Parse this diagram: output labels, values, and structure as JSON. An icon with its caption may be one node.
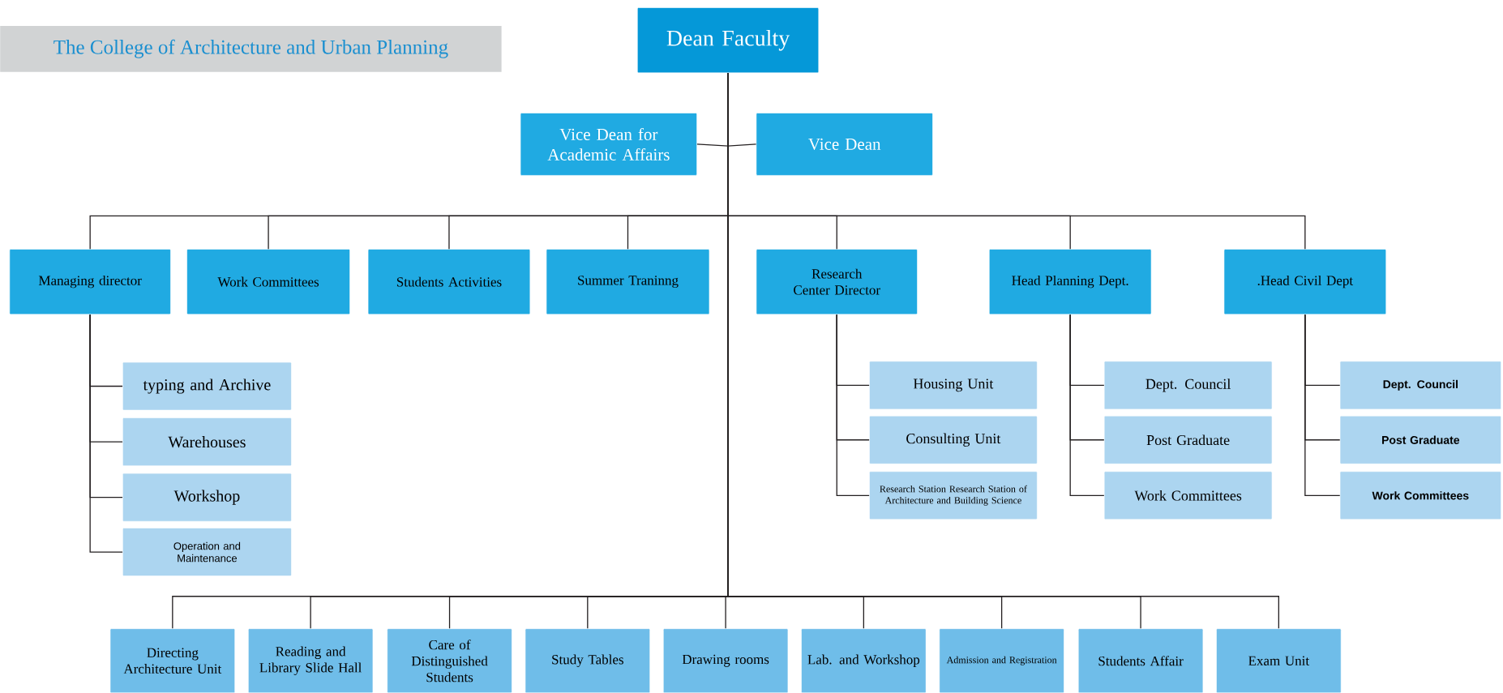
{
  "diagram": {
    "title": "The College of Architecture and Urban Planning",
    "nodes": [
      {
        "text": [
          "Dean Faculty"
        ]
      },
      {
        "text": [
          "Vice Dean for Academic Affairs"
        ]
      },
      {
        "text": [
          "Vice Dean"
        ]
      },
      {
        "text": [
          "Managing director"
        ]
      },
      {
        "text": [
          "Work Committees"
        ]
      },
      {
        "text": [
          "Students Activities"
        ]
      },
      {
        "text": [
          "Summer Traninng"
        ]
      },
      {
        "text": [
          "Research Center Director"
        ]
      },
      {
        "text": [
          "Head Planning Dept."
        ]
      },
      {
        "text": [
          ".Head Civil Dept"
        ]
      },
      {
        "text": [
          "typing and Archive"
        ]
      },
      {
        "text": [
          "Warehouses"
        ]
      },
      {
        "text": [
          "Workshop"
        ]
      },
      {
        "text": [
          "Operation and Maintenance"
        ]
      },
      {
        "text": [
          "Housing Unit"
        ]
      },
      {
        "text": [
          "Consulting Unit"
        ]
      },
      {
        "text": [
          "Research Station Research Station of Architecture and Building Science"
        ]
      },
      {
        "text": [
          "Dept. Council"
        ]
      },
      {
        "text": [
          "Post Graduate"
        ]
      },
      {
        "text": [
          "Work Committees"
        ]
      },
      {
        "text": [
          "Dept. Council"
        ]
      },
      {
        "text": [
          "Post Graduate"
        ]
      },
      {
        "text": [
          "Work Committees"
        ]
      },
      {
        "text": [
          "Directing Architecture Unit"
        ]
      },
      {
        "text": [
          "Reading and Library Slide Hall"
        ]
      },
      {
        "text": [
          "Care of Distinguished Students"
        ]
      },
      {
        "text": [
          "Study Tables"
        ]
      },
      {
        "text": [
          "Drawing rooms"
        ]
      },
      {
        "text": [
          "Lab. and Workshop"
        ]
      },
      {
        "text": [
          "Admission and Registration"
        ]
      },
      {
        "text": [
          "Students Affair"
        ]
      },
      {
        "text": [
          "Exam Unit"
        ]
      }
    ],
    "edges": [
      {
        "from": 0,
        "to": 1,
        "arrow": "none"
      },
      {
        "from": 0,
        "to": 2,
        "arrow": "none"
      },
      {
        "from": 0,
        "to": 3,
        "arrow": "none"
      },
      {
        "from": 0,
        "to": 4,
        "arrow": "none"
      },
      {
        "from": 0,
        "to": 5,
        "arrow": "none"
      },
      {
        "from": 0,
        "to": 6,
        "arrow": "none"
      },
      {
        "from": 0,
        "to": 7,
        "arrow": "none"
      },
      {
        "from": 0,
        "to": 8,
        "arrow": "none"
      },
      {
        "from": 0,
        "to": 9,
        "arrow": "none"
      },
      {
        "from": 3,
        "to": 10,
        "arrow": "none"
      },
      {
        "from": 3,
        "to": 11,
        "arrow": "none"
      },
      {
        "from": 3,
        "to": 12,
        "arrow": "none"
      },
      {
        "from": 3,
        "to": 13,
        "arrow": "none"
      },
      {
        "from": 7,
        "to": 14,
        "arrow": "none"
      },
      {
        "from": 7,
        "to": 15,
        "arrow": "none"
      },
      {
        "from": 7,
        "to": 16,
        "arrow": "none"
      },
      {
        "from": 8,
        "to": 17,
        "arrow": "none"
      },
      {
        "from": 8,
        "to": 18,
        "arrow": "none"
      },
      {
        "from": 8,
        "to": 19,
        "arrow": "none"
      },
      {
        "from": 9,
        "to": 20,
        "arrow": "none"
      },
      {
        "from": 9,
        "to": 21,
        "arrow": "none"
      },
      {
        "from": 9,
        "to": 22,
        "arrow": "none"
      },
      {
        "from": 0,
        "to": 23,
        "arrow": "none"
      },
      {
        "from": 0,
        "to": 24,
        "arrow": "none"
      },
      {
        "from": 0,
        "to": 25,
        "arrow": "none"
      },
      {
        "from": 0,
        "to": 26,
        "arrow": "none"
      },
      {
        "from": 0,
        "to": 27,
        "arrow": "none"
      },
      {
        "from": 0,
        "to": 28,
        "arrow": "none"
      },
      {
        "from": 0,
        "to": 29,
        "arrow": "none"
      },
      {
        "from": 0,
        "to": 30,
        "arrow": "none"
      },
      {
        "from": 0,
        "to": 31,
        "arrow": "none"
      }
    ]
  }
}
